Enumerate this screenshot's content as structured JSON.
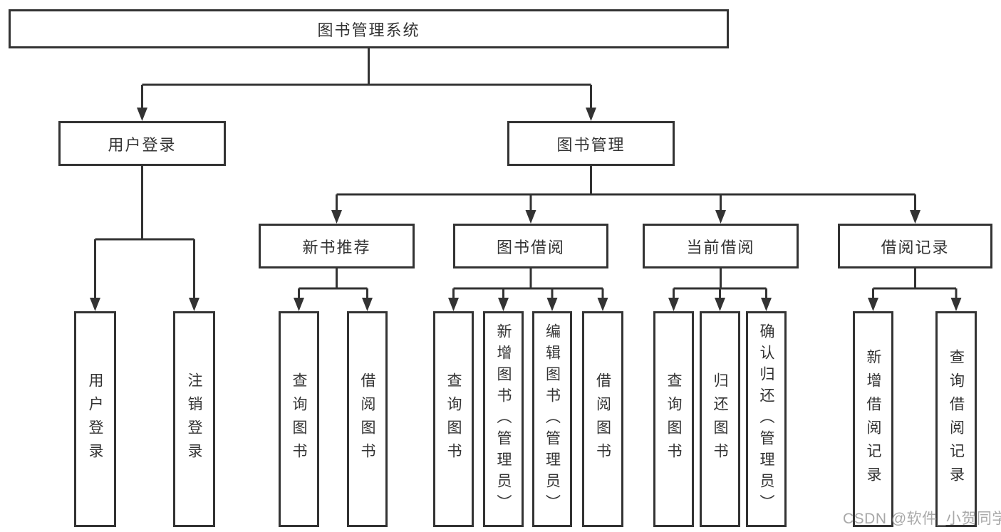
{
  "nodes": {
    "root": "图书管理系统",
    "user_login": "用户登录",
    "book_management": "图书管理",
    "new_book_recommend": "新书推荐",
    "book_borrowing": "图书借阅",
    "current_borrowing": "当前借阅",
    "borrowing_records": "借阅记录",
    "leaf_user_login": "用户登录",
    "leaf_logout": "注销登录",
    "leaf_query_books_a": "查询图书",
    "leaf_borrow_books_a": "借阅图书",
    "leaf_query_books_b": "查询图书",
    "leaf_add_books_admin": "新增图书（管理员）",
    "leaf_edit_books_admin": "编辑图书（管理员）",
    "leaf_borrow_books_b": "借阅图书",
    "leaf_query_books_c": "查询图书",
    "leaf_return_books": "归还图书",
    "leaf_confirm_return_admin": "确认归还（管理员）",
    "leaf_add_borrow_record": "新增借阅记录",
    "leaf_query_borrow_record": "查询借阅记录"
  },
  "hierarchy": {
    "图书管理系统": {
      "用户登录": [
        "用户登录",
        "注销登录"
      ],
      "图书管理": {
        "新书推荐": [
          "查询图书",
          "借阅图书"
        ],
        "图书借阅": [
          "查询图书",
          "新增图书（管理员）",
          "编辑图书（管理员）",
          "借阅图书"
        ],
        "当前借阅": [
          "查询图书",
          "归还图书",
          "确认归还（管理员）"
        ],
        "借阅记录": [
          "新增借阅记录",
          "查询借阅记录"
        ]
      }
    }
  },
  "colors": {
    "line": "#333333",
    "text": "#333333",
    "watermark": "#9e9e9e",
    "background": "#ffffff"
  },
  "watermark": "CSDN @软件_小贺同学"
}
